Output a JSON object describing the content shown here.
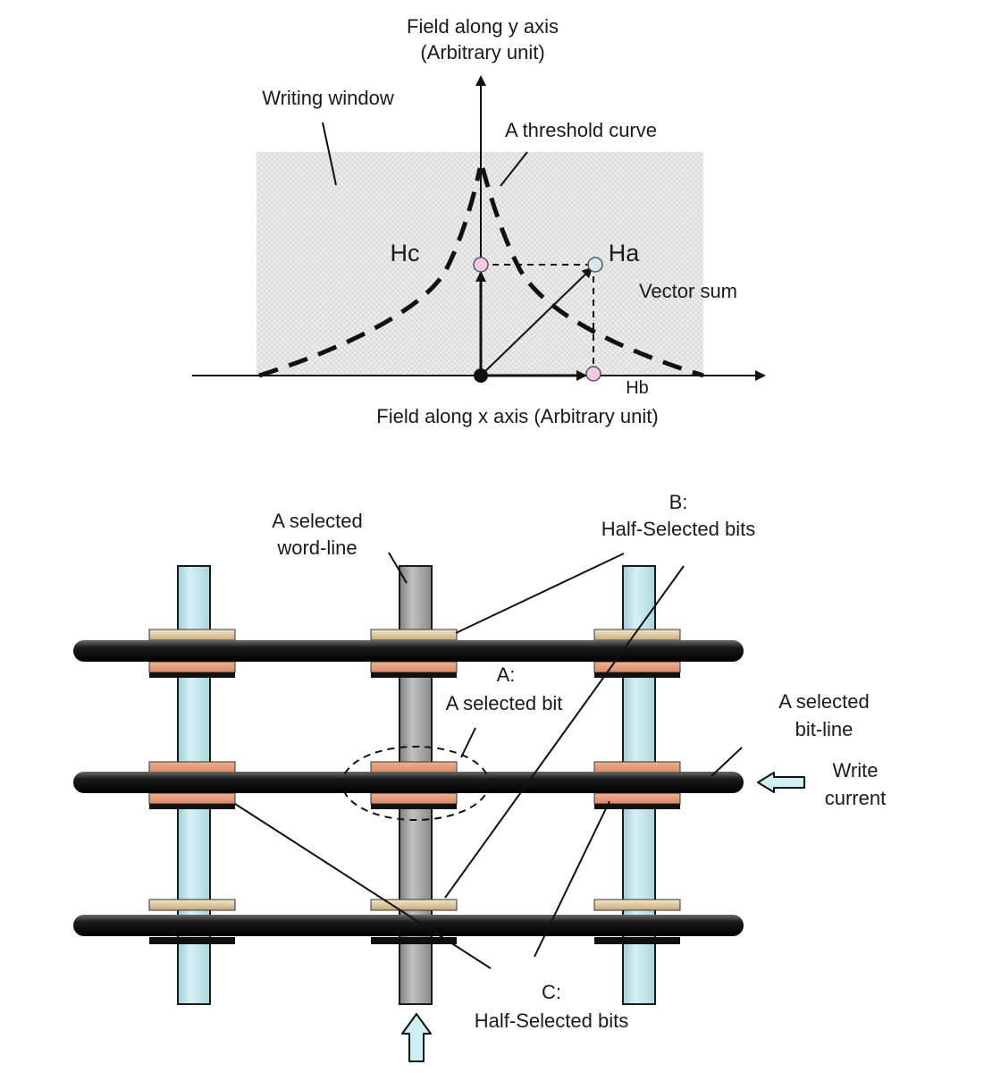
{
  "top_diagram": {
    "y_axis_label_line1": "Field along y axis",
    "y_axis_label_line2": "(Arbitrary unit)",
    "x_axis_label": "Field along x axis (Arbitrary unit)",
    "writing_window_label": "Writing window",
    "threshold_curve_label": "A threshold curve",
    "hc_label": "Hc",
    "ha_label": "Ha",
    "hb_label": "Hb",
    "vector_sum_label": "Vector sum"
  },
  "bottom_diagram": {
    "selected_word_line_line1": "A selected",
    "selected_word_line_line2": "word-line",
    "b_label_line1": "B:",
    "b_label_line2": "Half-Selected bits",
    "a_label_line1": "A:",
    "a_label_line2": "A selected bit",
    "selected_bit_line_line1": "A selected",
    "selected_bit_line_line2": "bit-line",
    "write_current_line1": "Write",
    "write_current_line2": "current",
    "c_label_line1": "C:",
    "c_label_line2": "Half-Selected  bits"
  },
  "colors": {
    "light_blue_bar": "#c3e6ec",
    "gray_bar": "#a7a7a7",
    "black_line": "#111111",
    "copper_pad": "#e8a27f",
    "tan_pad": "#d9c6a0",
    "marker_pink": "#f2c8e6",
    "arrow_fill": "#cdeef2"
  }
}
